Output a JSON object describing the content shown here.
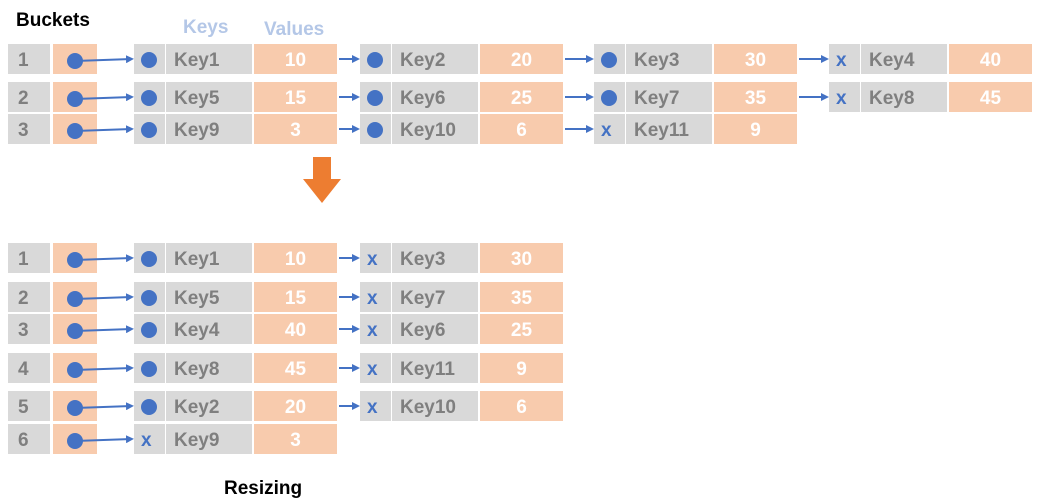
{
  "titles": {
    "buckets": "Buckets",
    "keys": "Keys",
    "values": "Values",
    "resizing": "Resizing"
  },
  "colors": {
    "gray_cell": "#d9d9d9",
    "salmon_cell": "#f8cbad",
    "pointer_blue": "#4472c4",
    "arrow_orange": "#ed7d31"
  },
  "before": [
    {
      "bucket": "1",
      "nodes": [
        {
          "key": "Key1",
          "value": "10"
        },
        {
          "key": "Key2",
          "value": "20"
        },
        {
          "key": "Key3",
          "value": "30"
        },
        {
          "key": "Key4",
          "value": "40"
        }
      ]
    },
    {
      "bucket": "2",
      "nodes": [
        {
          "key": "Key5",
          "value": "15"
        },
        {
          "key": "Key6",
          "value": "25"
        },
        {
          "key": "Key7",
          "value": "35"
        },
        {
          "key": "Key8",
          "value": "45"
        }
      ]
    },
    {
      "bucket": "3",
      "nodes": [
        {
          "key": "Key9",
          "value": "3"
        },
        {
          "key": "Key10",
          "value": "6"
        },
        {
          "key": "Key11",
          "value": "9"
        }
      ]
    }
  ],
  "after": [
    {
      "bucket": "1",
      "nodes": [
        {
          "key": "Key1",
          "value": "10"
        },
        {
          "key": "Key3",
          "value": "30"
        }
      ]
    },
    {
      "bucket": "2",
      "nodes": [
        {
          "key": "Key5",
          "value": "15"
        },
        {
          "key": "Key7",
          "value": "35"
        }
      ]
    },
    {
      "bucket": "3",
      "nodes": [
        {
          "key": "Key4",
          "value": "40"
        },
        {
          "key": "Key6",
          "value": "25"
        }
      ]
    },
    {
      "bucket": "4",
      "nodes": [
        {
          "key": "Key8",
          "value": "45"
        },
        {
          "key": "Key11",
          "value": "9"
        }
      ]
    },
    {
      "bucket": "5",
      "nodes": [
        {
          "key": "Key2",
          "value": "20"
        },
        {
          "key": "Key10",
          "value": "6"
        }
      ]
    },
    {
      "bucket": "6",
      "nodes": [
        {
          "key": "Key9",
          "value": "3"
        }
      ]
    }
  ],
  "null_marker": "x"
}
